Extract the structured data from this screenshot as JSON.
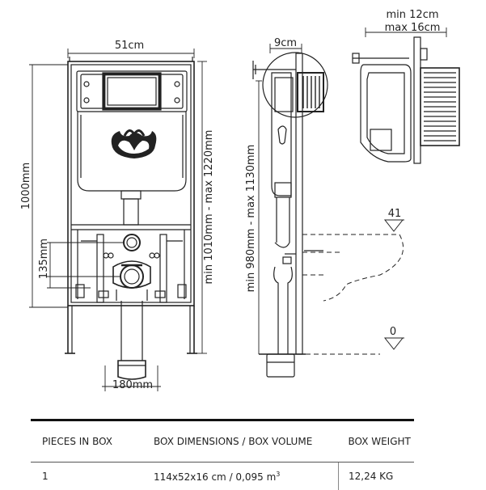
{
  "dimensions": {
    "frame_width": "51cm",
    "frame_height": "1000mm",
    "total_height_range": "min 1010mm - max 1220mm",
    "drain_height": "135mm",
    "depth": "9cm",
    "pipe_height_range": "min 980mm - max 1130mm",
    "drain_spacing": "180mm",
    "plate_depth_min": "min 12cm",
    "plate_depth_max": "max 16cm",
    "level_41": "41",
    "level_0": "0"
  },
  "table": {
    "headers": [
      "PIECES IN BOX",
      "BOX DIMENSIONS / BOX VOLUME",
      "BOX WEIGHT"
    ],
    "pieces": "1",
    "box_dimensions": "114x52x16 cm / 0,095 m",
    "volume_exponent": "3",
    "weight": "12,24 KG"
  },
  "colors": {
    "line": "#222222",
    "background": "#ffffff"
  }
}
